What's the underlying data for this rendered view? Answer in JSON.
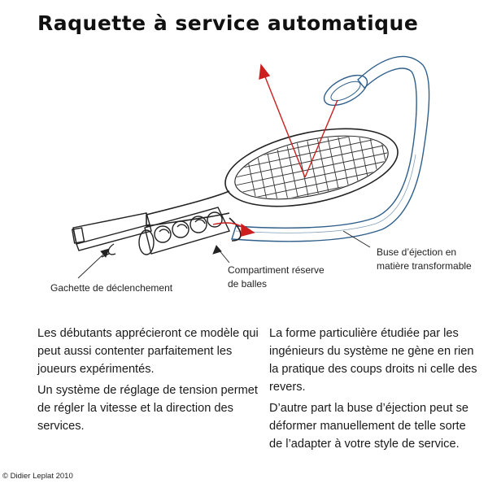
{
  "title": "Raquette à service automatique",
  "labels": {
    "nozzle": [
      "Buse d’éjection en",
      "matière transformable"
    ],
    "compartment": [
      "Compartiment réserve",
      "de balles"
    ],
    "trigger": "Gachette de déclenchement"
  },
  "text": {
    "left_p1": "Les débutants apprécieront ce modèle qui peut aussi contenter parfaitement les joueurs expérimentés.",
    "left_p2": "Un système de réglage de tension permet de régler la vitesse et la direction des services.",
    "right_p1": "La forme particulière étudiée par les ingénieurs du système ne gène en rien la pratique des coups droits ni celle des revers.",
    "right_p2": "D’autre part la buse d’éjection peut se déformer manuellement de telle sorte de l’adapter à votre style de service."
  },
  "copyright": "© Didier Leplat 2010",
  "colors": {
    "arrow": "#cc1f1f",
    "tube": "#2f5f8a",
    "ink": "#1a1a1a"
  }
}
